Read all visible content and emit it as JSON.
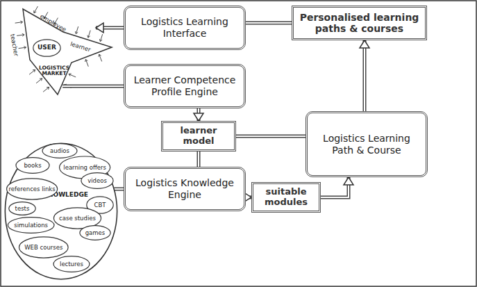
{
  "diagram": {
    "nodes": [
      {
        "text": [
          "employee",
          "learner",
          "teacher",
          "LOGISTICS MARKET"
        ]
      },
      {
        "text": [
          "USER"
        ],
        "in": 0
      },
      {
        "text": [
          "Logistics Learning Interface"
        ]
      },
      {
        "text": [
          "Personalised learning paths & courses"
        ]
      },
      {
        "text": [
          "Learner Competence Profile Engine"
        ]
      },
      {
        "text": [
          "learner model"
        ]
      },
      {
        "text": [
          "Logistics Learning Path & Course"
        ]
      },
      {
        "text": [
          "KNOWLEDGE"
        ]
      },
      {
        "text": [
          "audios"
        ],
        "in": 7
      },
      {
        "text": [
          "books"
        ],
        "in": 7
      },
      {
        "text": [
          "learning offers"
        ],
        "in": 7
      },
      {
        "text": [
          "videos"
        ],
        "in": 7
      },
      {
        "text": [
          "references links"
        ],
        "in": 7
      },
      {
        "text": [
          "tests"
        ],
        "in": 7
      },
      {
        "text": [
          "CBT"
        ],
        "in": 7
      },
      {
        "text": [
          "simulations"
        ],
        "in": 7
      },
      {
        "text": [
          "case studies"
        ],
        "in": 7
      },
      {
        "text": [
          "games"
        ],
        "in": 7
      },
      {
        "text": [
          "WEB courses"
        ],
        "in": 7
      },
      {
        "text": [
          "lectures"
        ],
        "in": 7
      },
      {
        "text": [
          "Logistics Knowledge Engine"
        ]
      },
      {
        "text": [
          "suitable modules"
        ]
      }
    ],
    "edges": [
      {
        "from": 2,
        "to": 0,
        "arrow": "to"
      },
      {
        "from": 3,
        "to": 2,
        "arrow": "none"
      },
      {
        "from": 6,
        "to": 3,
        "arrow": "to"
      },
      {
        "from": 4,
        "to": 0,
        "arrow": "none"
      },
      {
        "from": 4,
        "to": 5,
        "arrow": "to"
      },
      {
        "from": 5,
        "to": 6,
        "arrow": "none"
      },
      {
        "from": 5,
        "to": 20,
        "arrow": "none"
      },
      {
        "from": 7,
        "to": 20,
        "arrow": "none"
      },
      {
        "from": 20,
        "to": 21,
        "arrow": "to"
      },
      {
        "from": 21,
        "to": 6,
        "arrow": "to"
      }
    ]
  }
}
